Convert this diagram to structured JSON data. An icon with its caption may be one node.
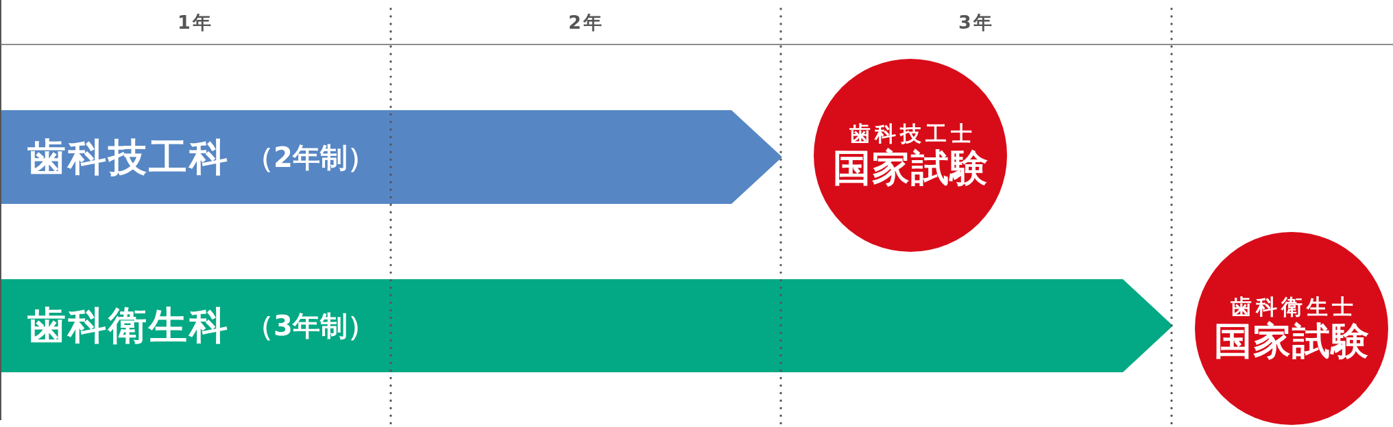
{
  "diagram": {
    "nodes": [
      {
        "text": [
          "歯科技工科",
          "（2年制）"
        ]
      },
      {
        "text": [
          "歯科技工士",
          "国家試験"
        ]
      },
      {
        "text": [
          "歯科衛生科",
          "（3年制）"
        ]
      },
      {
        "text": [
          "歯科衛生士",
          "国家試験"
        ]
      }
    ],
    "labels": [
      "1年",
      "2年",
      "3年"
    ]
  }
}
